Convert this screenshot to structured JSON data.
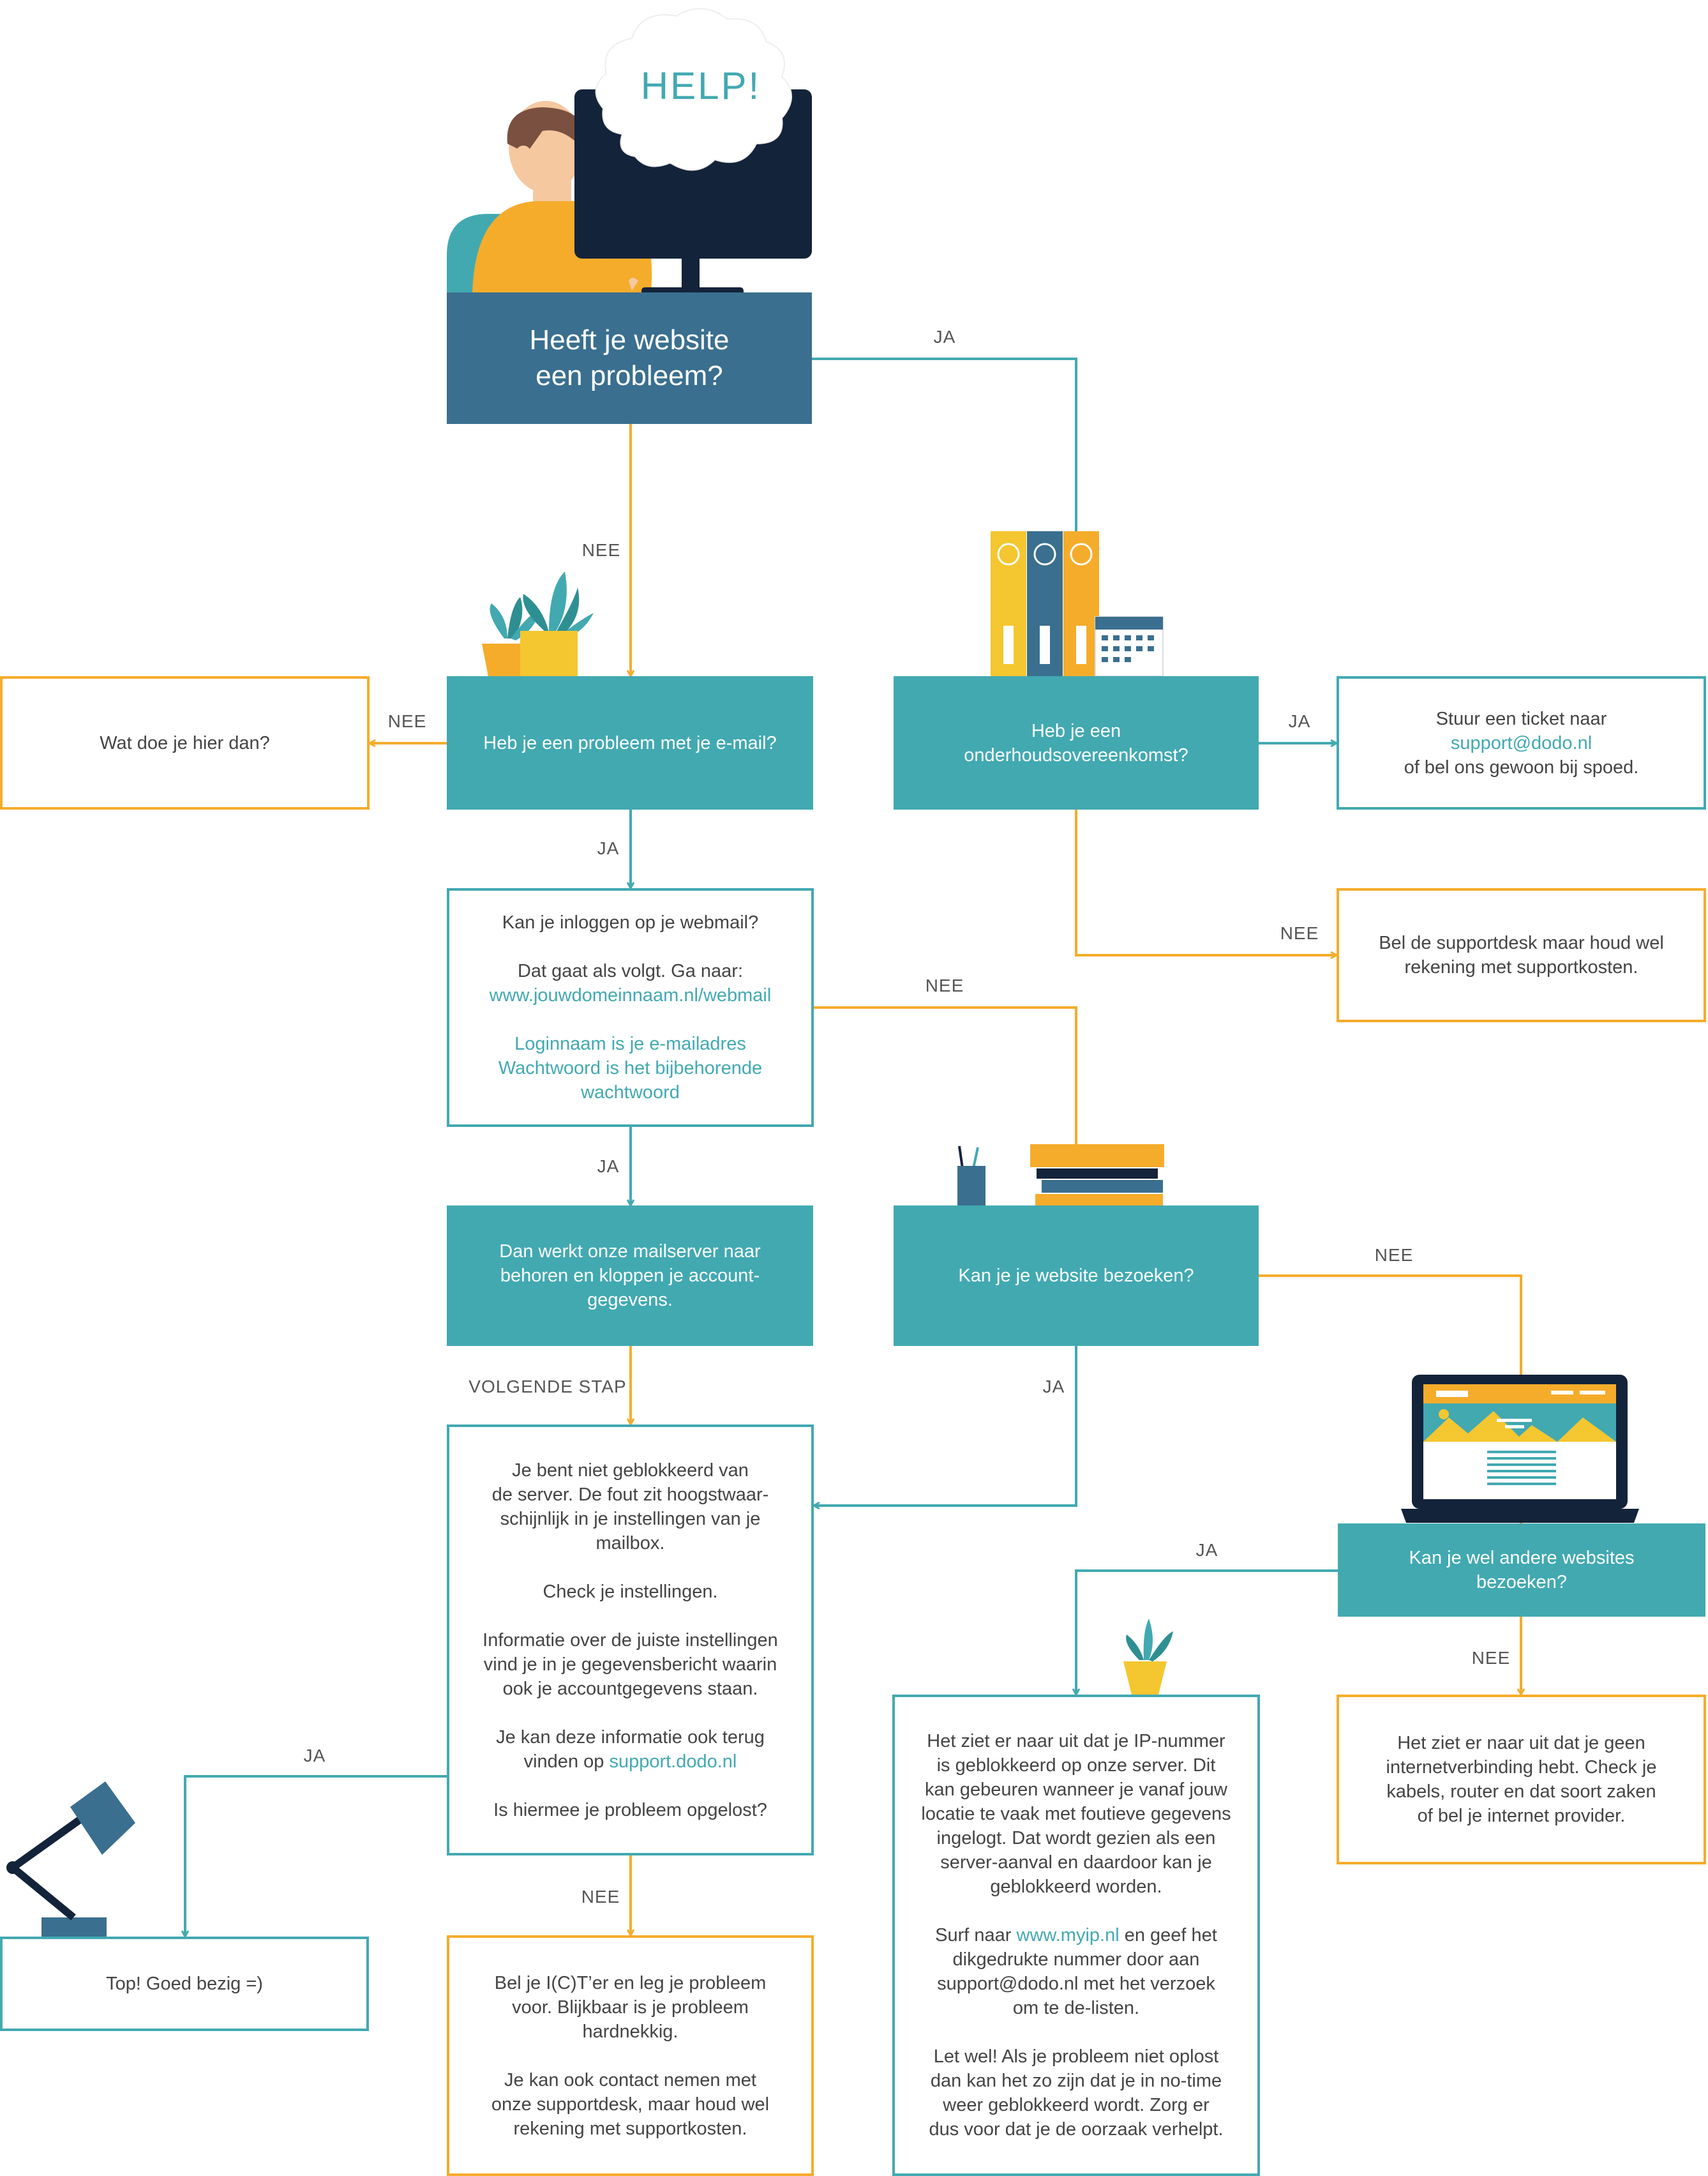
{
  "help_bubble": "HELP!",
  "nodes": {
    "start": "Heeft je website\neen probleem?",
    "email": "Heb je een probleem met je e-mail?",
    "what": "Wat doe je hier dan?",
    "maintenance": "Heb je een onderhoudsovereenkomst?",
    "ticket": {
      "line1_pre": "Stuur een ticket naar ",
      "line1_link": "support@dodo.nl",
      "line2": "of bel ons gewoon bij spoed."
    },
    "supportdesk": "Bel de supportdesk maar houd wel\nrekening met supportkosten.",
    "webmail": {
      "q": "Kan je inloggen op je webmail?",
      "how": "Dat gaat als volgt. Ga naar:",
      "url": "www.jouwdomeinnaam.nl/webmail",
      "creds": "Loginnaam is je e-mailadres\nWachtwoord is het bijbehorende\nwachtwoord"
    },
    "mailserver": "Dan werkt onze mailserver naar\nbehoren en kloppen je account-\ngegevens.",
    "visit": "Kan je je website bezoeken?",
    "other_sites": "Kan je wel andere websites bezoeken?",
    "blocked_server": {
      "p1": "Je bent niet geblokkeerd van\nde server. De fout zit hoogstwaar-\nschijnlijk in je instellingen van je\nmailbox.",
      "p2": "Check je instellingen.",
      "p3": "Informatie over de juiste instellingen\nvind je in je gegevensbericht waarin\nook je accountgegevens staan.",
      "p4_pre": "Je kan deze informatie ook terug\nvinden op ",
      "p4_link": "support.dodo.nl",
      "p5": "Is hiermee je probleem opgelost?"
    },
    "ip_blocked": {
      "p1": "Het ziet er naar uit dat je IP-nummer\nis geblokkeerd op onze server. Dit\nkan gebeuren wanneer je vanaf jouw\nlocatie te vaak met foutieve gegevens\ningelogt. Dat wordt gezien als een\nserver-aanval en daardoor kan je\ngeblokkeerd worden.",
      "p2_pre": "Surf naar ",
      "p2_link": "www.myip.nl",
      "p2_post": " en geef het\ndikgedrukte nummer door aan\nsupport@dodo.nl met het verzoek\nom te de-listen.",
      "p3": "Let wel! Als je probleem niet oplost\ndan kan het zo zijn dat je in no-time\nweer geblokkeerd wordt. Zorg er\ndus voor dat je de oorzaak verhelpt."
    },
    "no_internet": "Het ziet er naar uit dat je geen\ninternetverbinding hebt. Check je\nkabels, router en dat soort zaken\nof bel je internet provider.",
    "top": "Top! Goed bezig =)",
    "ict": {
      "p1": "Bel je I(C)T’er en leg je probleem\nvoor. Blijkbaar is je probleem\nhardnekkig.",
      "p2": "Je kan ook contact nemen met\nonze supportdesk, maar houd wel\nrekening met supportkosten."
    }
  },
  "labels": {
    "ja_top": "JA",
    "nee_start": "NEE",
    "nee_what": "NEE",
    "ja_ticket": "JA",
    "ja_email": "JA",
    "nee_support": "NEE",
    "nee_webmail": "NEE",
    "ja_webmail": "JA",
    "nee_visit": "NEE",
    "volgende": "VOLGENDE STAP",
    "ja_visit": "JA",
    "ja_other": "JA",
    "ja_top_result": "JA",
    "nee_other": "NEE",
    "nee_final": "NEE"
  },
  "colors": {
    "teal": "#42a9b1",
    "dark_blue": "#3a6f8f",
    "orange": "#f5ac2b",
    "navy": "#13233a",
    "yellow": "#f4c630"
  }
}
